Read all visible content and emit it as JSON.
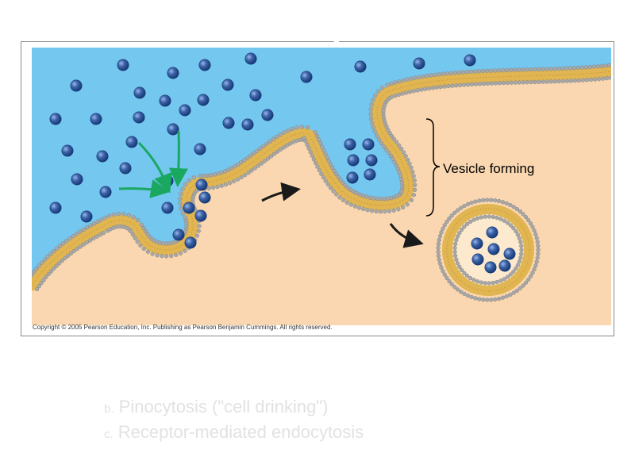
{
  "figure": {
    "copyright": "Copyright © 2005 Pearson Education, Inc. Publishing as Pearson Benjamin Cummings. All rights reserved.",
    "label": "Vesicle forming",
    "colors": {
      "extracellular": "#74c7ee",
      "cytoplasm": "#fad7b0",
      "membrane": "#e0b552",
      "lipid_head": "#a8a8a8",
      "particle": "#3d64a8",
      "arrow_green": "#1aa760",
      "arrow_black": "#1a1a1a"
    }
  },
  "list": {
    "item_b_letter": "b.",
    "item_b_text": "Pinocytosis (\"cell drinking\")",
    "item_c_letter": "c.",
    "item_c_text": "Receptor-mediated endocytosis"
  }
}
